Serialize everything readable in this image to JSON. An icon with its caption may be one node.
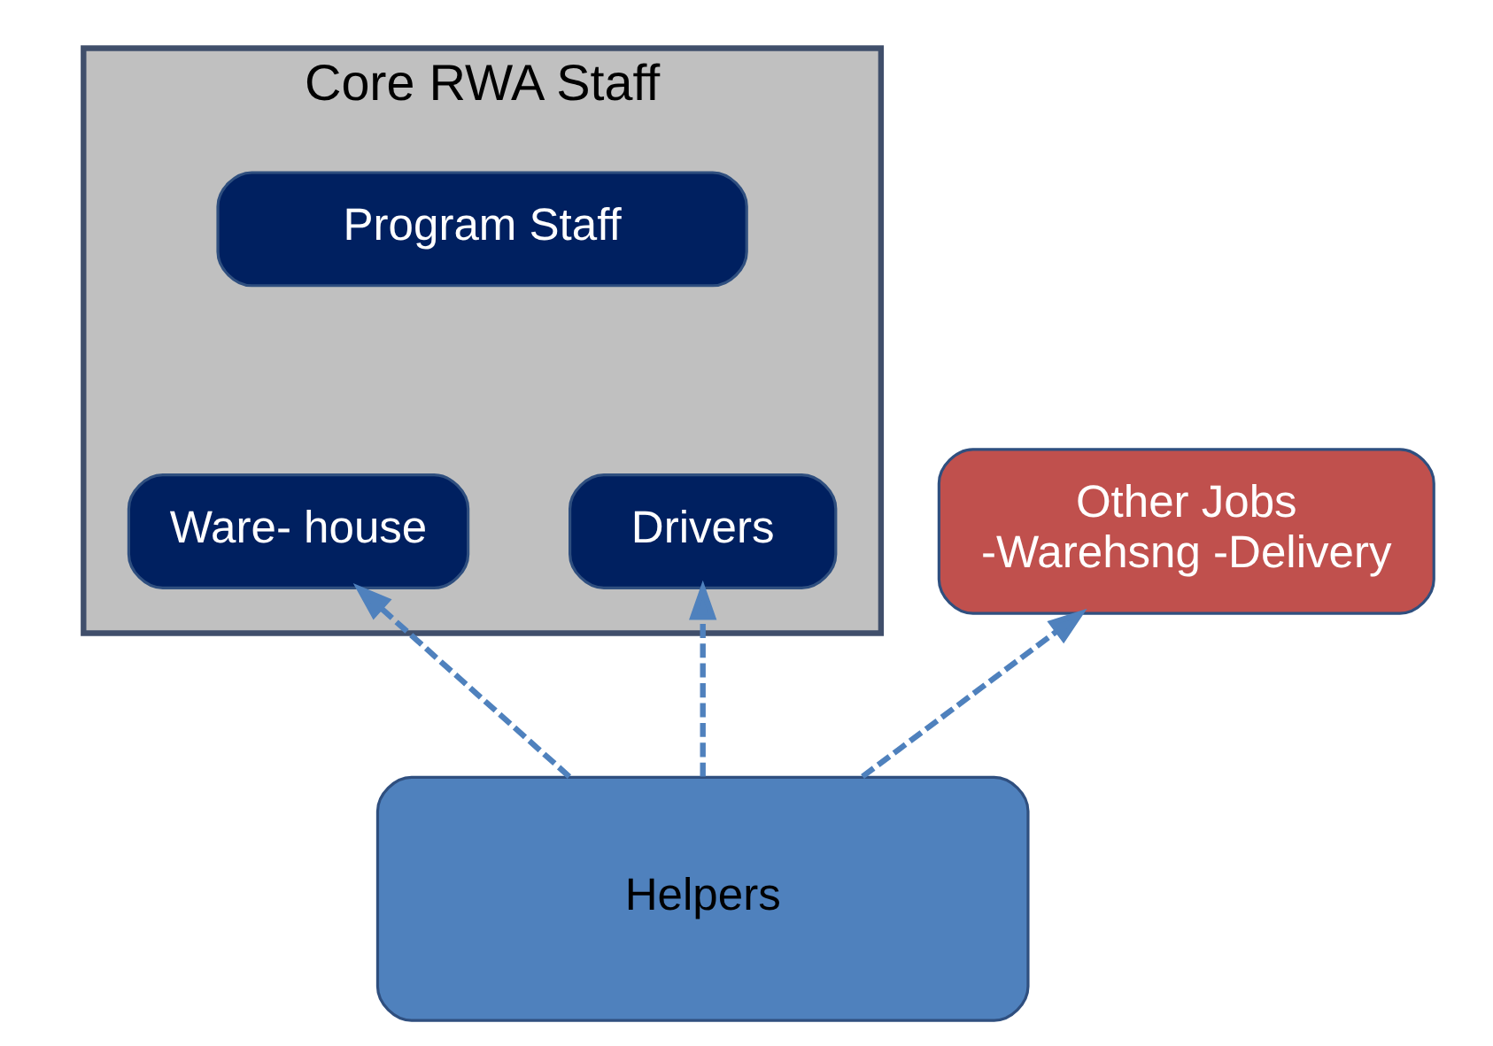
{
  "diagram": {
    "nodes": [
      {
        "text": [
          "Core RWA Staff"
        ]
      },
      {
        "text": [
          "Program Staff"
        ],
        "in": 0
      },
      {
        "text": [
          "Drivers"
        ],
        "in": 0
      },
      {
        "text": [
          "Ware- house"
        ],
        "in": 0
      },
      {
        "text": [
          "Other Jobs",
          "-Warehsng -Delivery"
        ]
      },
      {
        "text": [
          "Helpers"
        ]
      }
    ],
    "edges": [
      {
        "from": 5,
        "to": 4,
        "arrow": "to",
        "style": "dashed"
      },
      {
        "from": 5,
        "to": 2,
        "arrow": "to",
        "style": "dashed"
      },
      {
        "from": 5,
        "to": 3,
        "arrow": "to",
        "style": "dashed"
      }
    ]
  }
}
